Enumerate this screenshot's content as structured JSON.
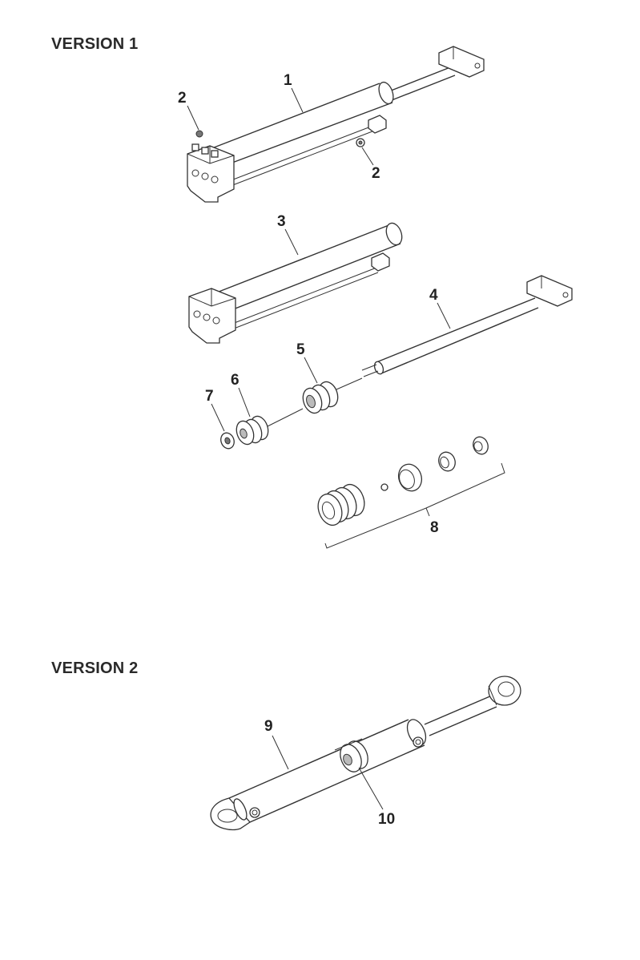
{
  "sections": [
    {
      "title": "VERSION 1"
    },
    {
      "title": "VERSION 2"
    }
  ],
  "callouts": [
    "1",
    "2",
    "2",
    "3",
    "4",
    "5",
    "6",
    "7",
    "8",
    "9",
    "10"
  ]
}
